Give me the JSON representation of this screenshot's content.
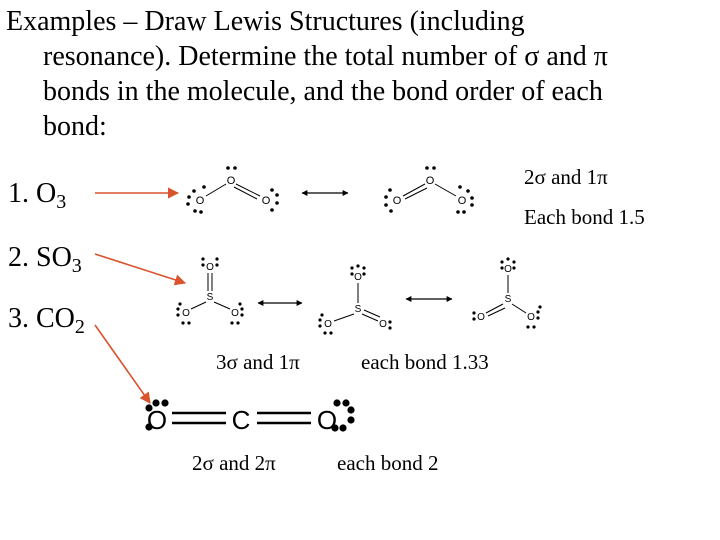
{
  "heading": {
    "line1": "Examples – Draw Lewis Structures (including",
    "line2": "resonance). Determine the total number of σ and π",
    "line3": "bonds in the molecule, and the bond order of each",
    "line4": "bond:"
  },
  "items": [
    {
      "number": "1.",
      "formula": "O",
      "subscript": "3"
    },
    {
      "number": "2.",
      "formula": "SO",
      "subscript": "3"
    },
    {
      "number": "3.",
      "formula": "CO",
      "subscript": "2"
    }
  ],
  "notes": {
    "o3_bonds": "2σ and 1π",
    "o3_order": "Each bond 1.5",
    "so3_bonds": "3σ and 1π",
    "so3_order": "each bond 1.33",
    "co2_bonds": "2σ and 2π",
    "co2_order": "each bond 2"
  },
  "atoms": {
    "oxygen": "O",
    "sulfur": "S",
    "carbon": "C"
  },
  "colors": {
    "arrow": "#d9532c",
    "text": "#000000",
    "background": "#ffffff"
  }
}
